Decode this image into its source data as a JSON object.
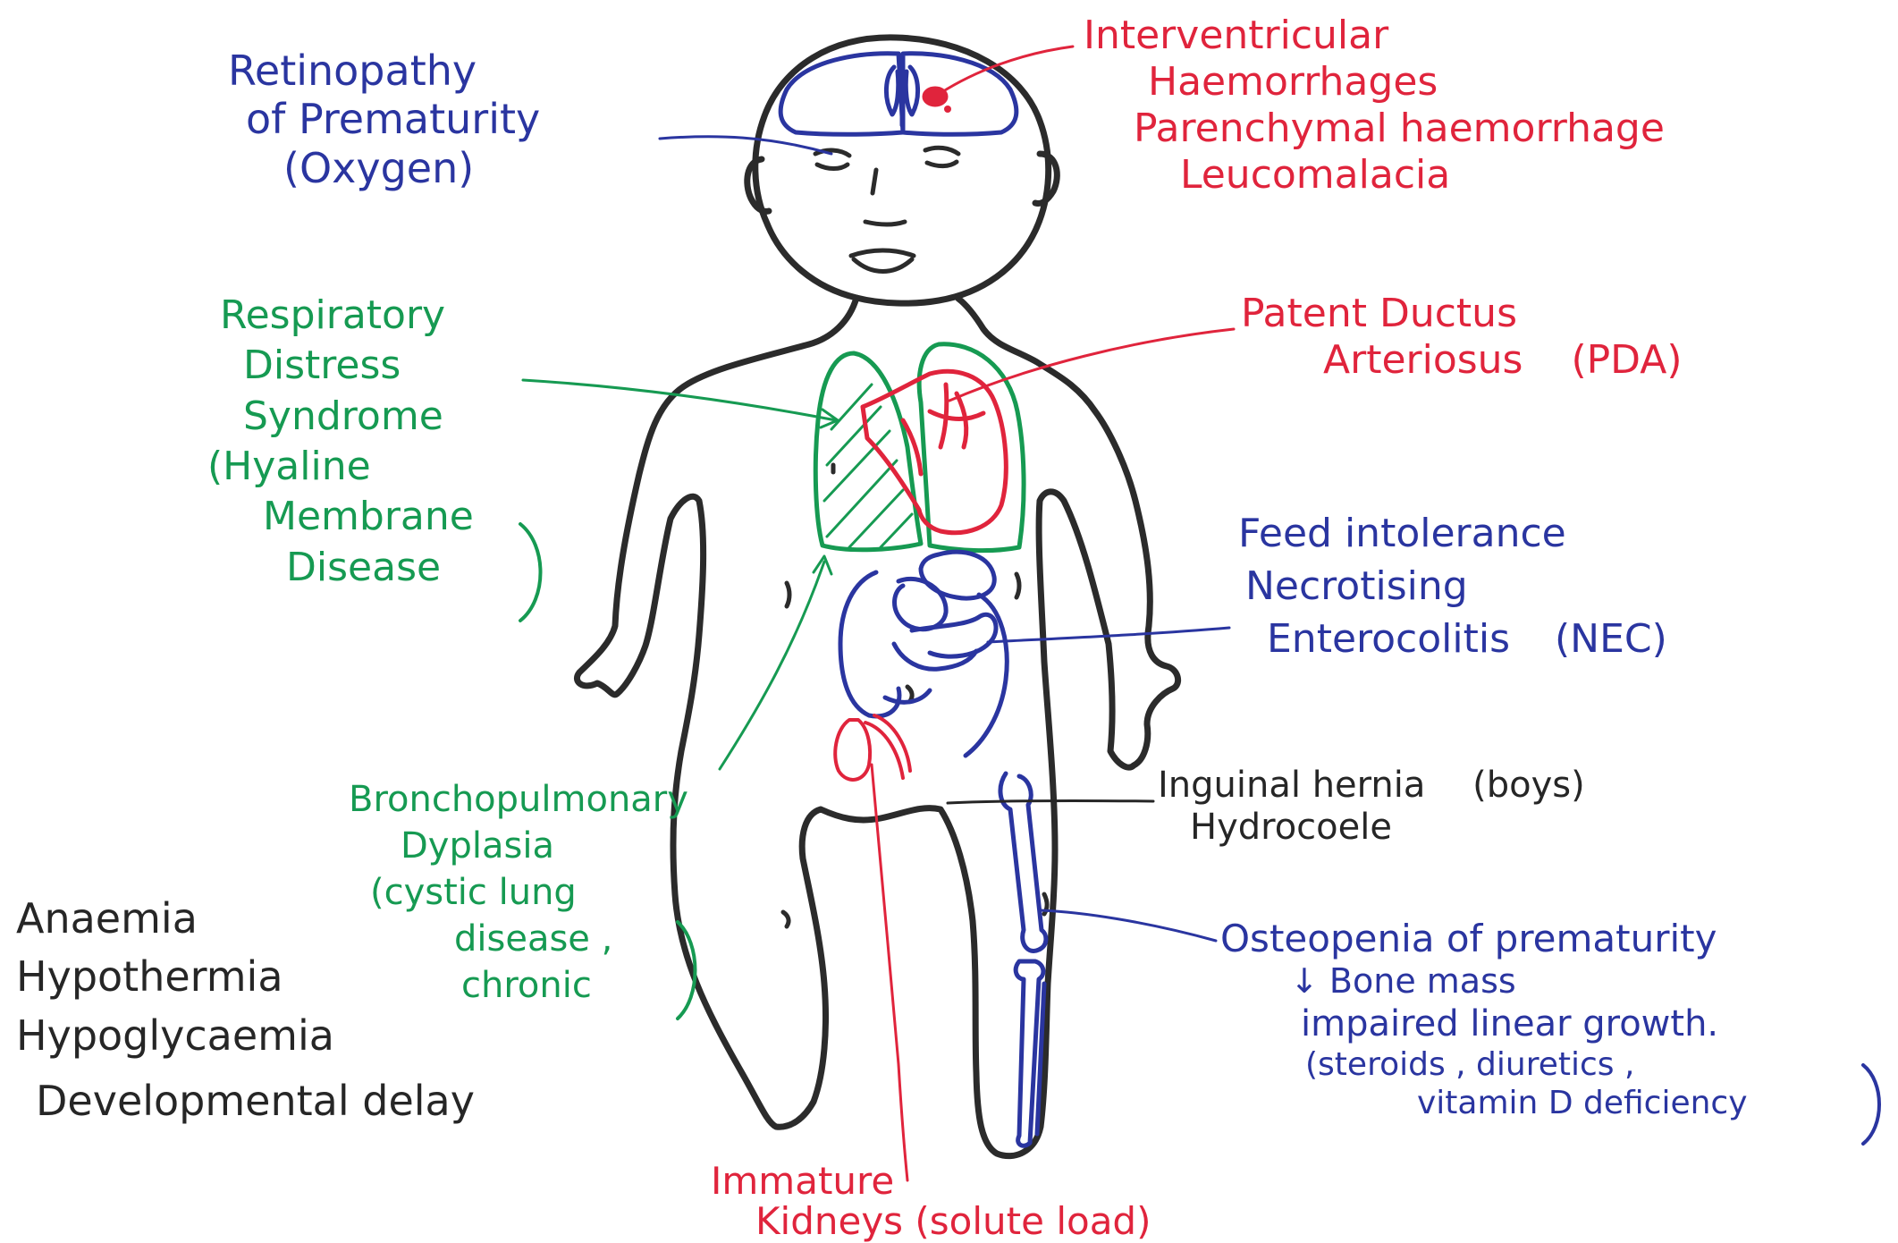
{
  "colors": {
    "outline": "#2b2b2b",
    "blue": "#2a35a0",
    "red": "#e0243c",
    "green": "#169a52",
    "black": "#262626"
  },
  "labels": {
    "rop": {
      "line1": "Retinopathy",
      "line2": "of Prematurity",
      "line3": "(Oxygen)"
    },
    "ivh": {
      "line1": "Interventricular",
      "line2": "Haemorrhages",
      "line3": "Parenchymal haemorrhage",
      "line4": "Leucomalacia"
    },
    "rds": {
      "line1": "Respiratory",
      "line2": "Distress",
      "line3": "Syndrome",
      "line4": "(Hyaline",
      "line5": "Membrane",
      "line6": "Disease"
    },
    "pda": {
      "line1": "Patent Ductus",
      "line2": "Arteriosus",
      "abbr": "(PDA)"
    },
    "nec": {
      "line1": "Feed intolerance",
      "line2": "Necrotising",
      "line3": "Enterocolitis",
      "abbr": "(NEC)"
    },
    "bpd": {
      "line1": "Bronchopulmonary",
      "line2": "Dyplasia",
      "line3": "(cystic lung",
      "line4": "disease ,",
      "line5": "chronic"
    },
    "hernia": {
      "line1": "Inguinal hernia",
      "note": "(boys)",
      "line2": "Hydrocoele"
    },
    "osteopenia": {
      "line1": "Osteopenia of prematurity",
      "line2": "↓ Bone mass",
      "line3": "impaired linear growth.",
      "line4": "(steroids , diuretics ,",
      "line5": "vitamin D deficiency"
    },
    "general": {
      "items": [
        "Anaemia",
        "Hypothermia",
        "Hypoglycaemia",
        "Developmental delay"
      ]
    },
    "kidneys": {
      "line1": "Immature",
      "line2": "Kidneys (solute load)"
    }
  }
}
